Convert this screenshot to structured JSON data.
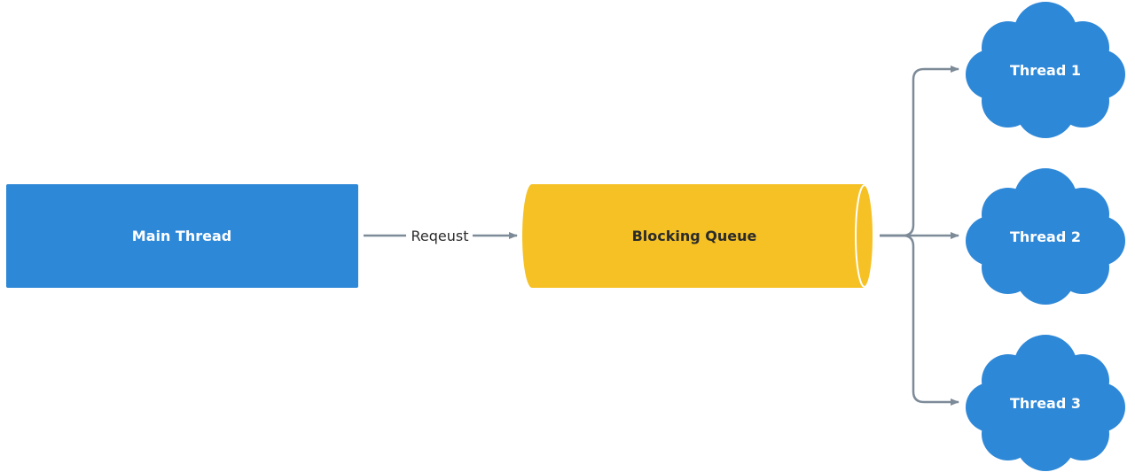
{
  "colors": {
    "blue": "#2e88d8",
    "yellow": "#f5c125",
    "arrow": "#7d8a98",
    "dark_text": "#2b2b2b",
    "white_text": "#ffffff"
  },
  "nodes": {
    "main": {
      "label": "Main Thread",
      "shape": "rectangle"
    },
    "queue": {
      "label": "Blocking Queue",
      "shape": "cylinder"
    },
    "thread1": {
      "label": "Thread 1",
      "shape": "cloud"
    },
    "thread2": {
      "label": "Thread 2",
      "shape": "cloud"
    },
    "thread3": {
      "label": "Thread 3",
      "shape": "cloud"
    }
  },
  "edges": [
    {
      "from": "main",
      "to": "queue",
      "label": "Reqeust"
    },
    {
      "from": "queue",
      "to": "thread1",
      "label": ""
    },
    {
      "from": "queue",
      "to": "thread2",
      "label": ""
    },
    {
      "from": "queue",
      "to": "thread3",
      "label": ""
    }
  ]
}
